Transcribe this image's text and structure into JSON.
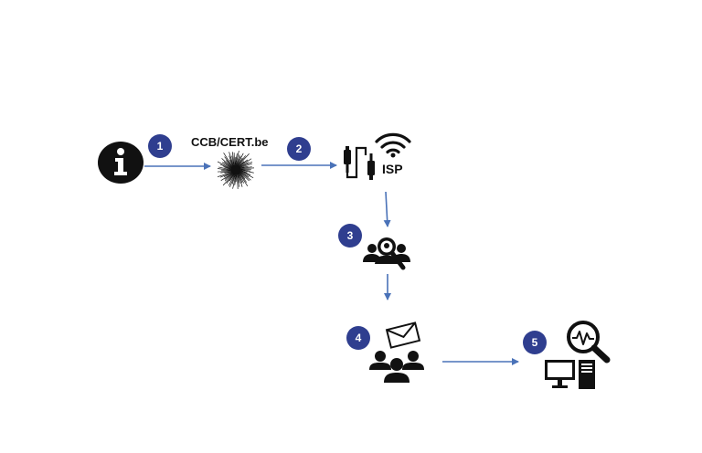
{
  "steps": [
    {
      "number": "1"
    },
    {
      "number": "2"
    },
    {
      "number": "3"
    },
    {
      "number": "4"
    },
    {
      "number": "5"
    }
  ],
  "labels": {
    "cert": "CCB/CERT.be",
    "isp": "ISP"
  },
  "colors": {
    "badge": "#2f3e8f",
    "arrow": "#4a72b8",
    "icon": "#111111"
  },
  "icons": [
    "info-icon",
    "cert-logo-icon",
    "connector-icon",
    "wifi-icon",
    "users-search-icon",
    "mail-icon",
    "users-group-icon",
    "magnifier-pulse-icon",
    "computer-icon"
  ]
}
